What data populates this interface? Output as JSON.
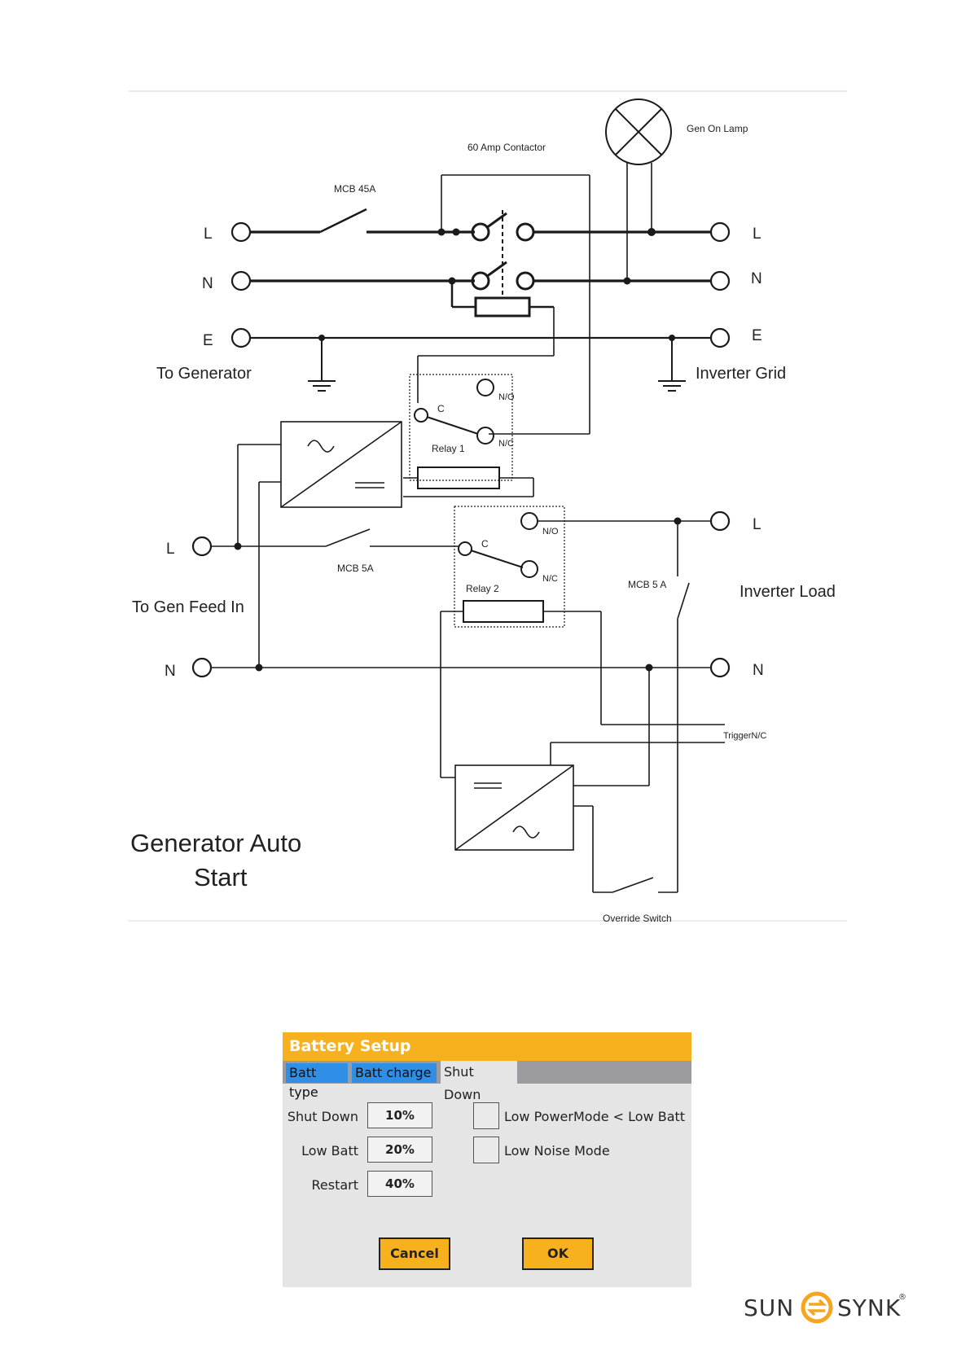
{
  "diagram": {
    "title_line1": "Generator Auto",
    "title_line2": "Start",
    "labels": {
      "contactor": "60 Amp Contactor",
      "gen_on_lamp": "Gen On Lamp",
      "mcb_45a": "MCB 45A",
      "to_generator": "To Generator",
      "inverter_grid": "Inverter Grid",
      "relay1": "Relay 1",
      "relay2": "Relay 2",
      "mcb_5a_left": "MCB 5A",
      "mcb_5a_right": "MCB 5 A",
      "to_gen_feed_in": "To Gen Feed In",
      "inverter_load": "Inverter Load",
      "trigger": "TriggerN/C",
      "override_switch": "Override Switch",
      "c1": "C",
      "c2": "C",
      "no1": "N/O",
      "nc1": "N/C",
      "no2": "N/O",
      "nc2": "N/C",
      "L_left": "L",
      "N_left": "N",
      "E_left": "E",
      "L_right": "L",
      "N_right": "N",
      "E_right": "E",
      "L_feed": "L",
      "N_feed": "N",
      "L_load": "L",
      "N_load": "N"
    }
  },
  "battery_setup": {
    "title": "Battery Setup",
    "tabs": [
      {
        "label": "Batt type",
        "active": false
      },
      {
        "label": "Batt charge",
        "active": false
      },
      {
        "label": "Shut Down",
        "active": true
      }
    ],
    "fields": [
      {
        "label": "Shut Down",
        "value": "10%"
      },
      {
        "label": "Low Batt",
        "value": "20%"
      },
      {
        "label": "Restart",
        "value": "40%"
      }
    ],
    "checkboxes": [
      {
        "label": "Low PowerMode < Low Batt",
        "checked": false
      },
      {
        "label": "Low Noise Mode",
        "checked": false
      }
    ],
    "cancel_label": "Cancel",
    "ok_label": "OK"
  },
  "logo": {
    "left": "SUN",
    "right": "SYNK",
    "mark": "®"
  },
  "colors": {
    "accent_orange": "#f7b11f",
    "tab_blue": "#2f8ee6",
    "tab_bar_gray": "#9b9b9f",
    "panel_bg": "#e5e5e5"
  }
}
